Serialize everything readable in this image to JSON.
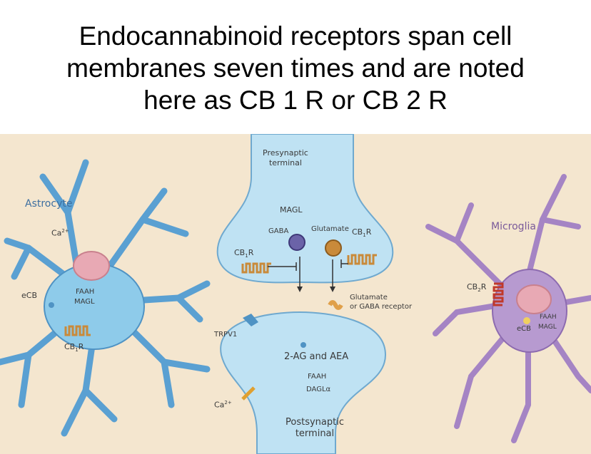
{
  "title_lines": [
    "Endocannabinoid receptors span cell",
    "membranes seven times and are noted",
    "here as CB 1 R or CB 2 R"
  ],
  "diagram": {
    "presynaptic": {
      "line1": "Presynaptic",
      "line2": "terminal"
    },
    "magl_top": "MAGL",
    "gaba": "GABA",
    "glutamate": "Glutamate",
    "cb1r_top_right": {
      "main": "CB",
      "sub": "1",
      "tail": "R"
    },
    "cb1r_top_left": {
      "main": "CB",
      "sub": "1",
      "tail": "R"
    },
    "glutamate_receptor": {
      "line1": "Glutamate",
      "line2": "or GABA receptor"
    },
    "trpv1": "TRPV1",
    "postsynaptic_main": "2-AG and AEA",
    "faah_post": "FAAH",
    "dagl": "DAGLα",
    "ca_post": {
      "main": "Ca",
      "sup": "2+"
    },
    "postsynaptic": {
      "line1": "Postsynaptic",
      "line2": "terminal"
    },
    "astrocyte": {
      "title": "Astrocyte",
      "ca": {
        "main": "Ca",
        "sup": "2+"
      },
      "ecb": "eCB",
      "faah": "FAAH",
      "magl": "MAGL",
      "cb1r": {
        "main": "CB",
        "sub": "1",
        "tail": "R"
      }
    },
    "microglia": {
      "title": "Microglia",
      "cb2r": {
        "main": "CB",
        "sub": "2",
        "tail": "R"
      },
      "faah": "FAAH",
      "ecb": "eCB",
      "magl": "MAGL"
    },
    "colors": {
      "astrocyte": "#8ecbea",
      "astrocyte_edge": "#4f93c4",
      "neuron": "#bfe2f3",
      "microglia": "#b79ad0",
      "nucleus": "#e8a9b4",
      "receptor": "#c98a3a",
      "background": "#f4e6cf"
    }
  }
}
